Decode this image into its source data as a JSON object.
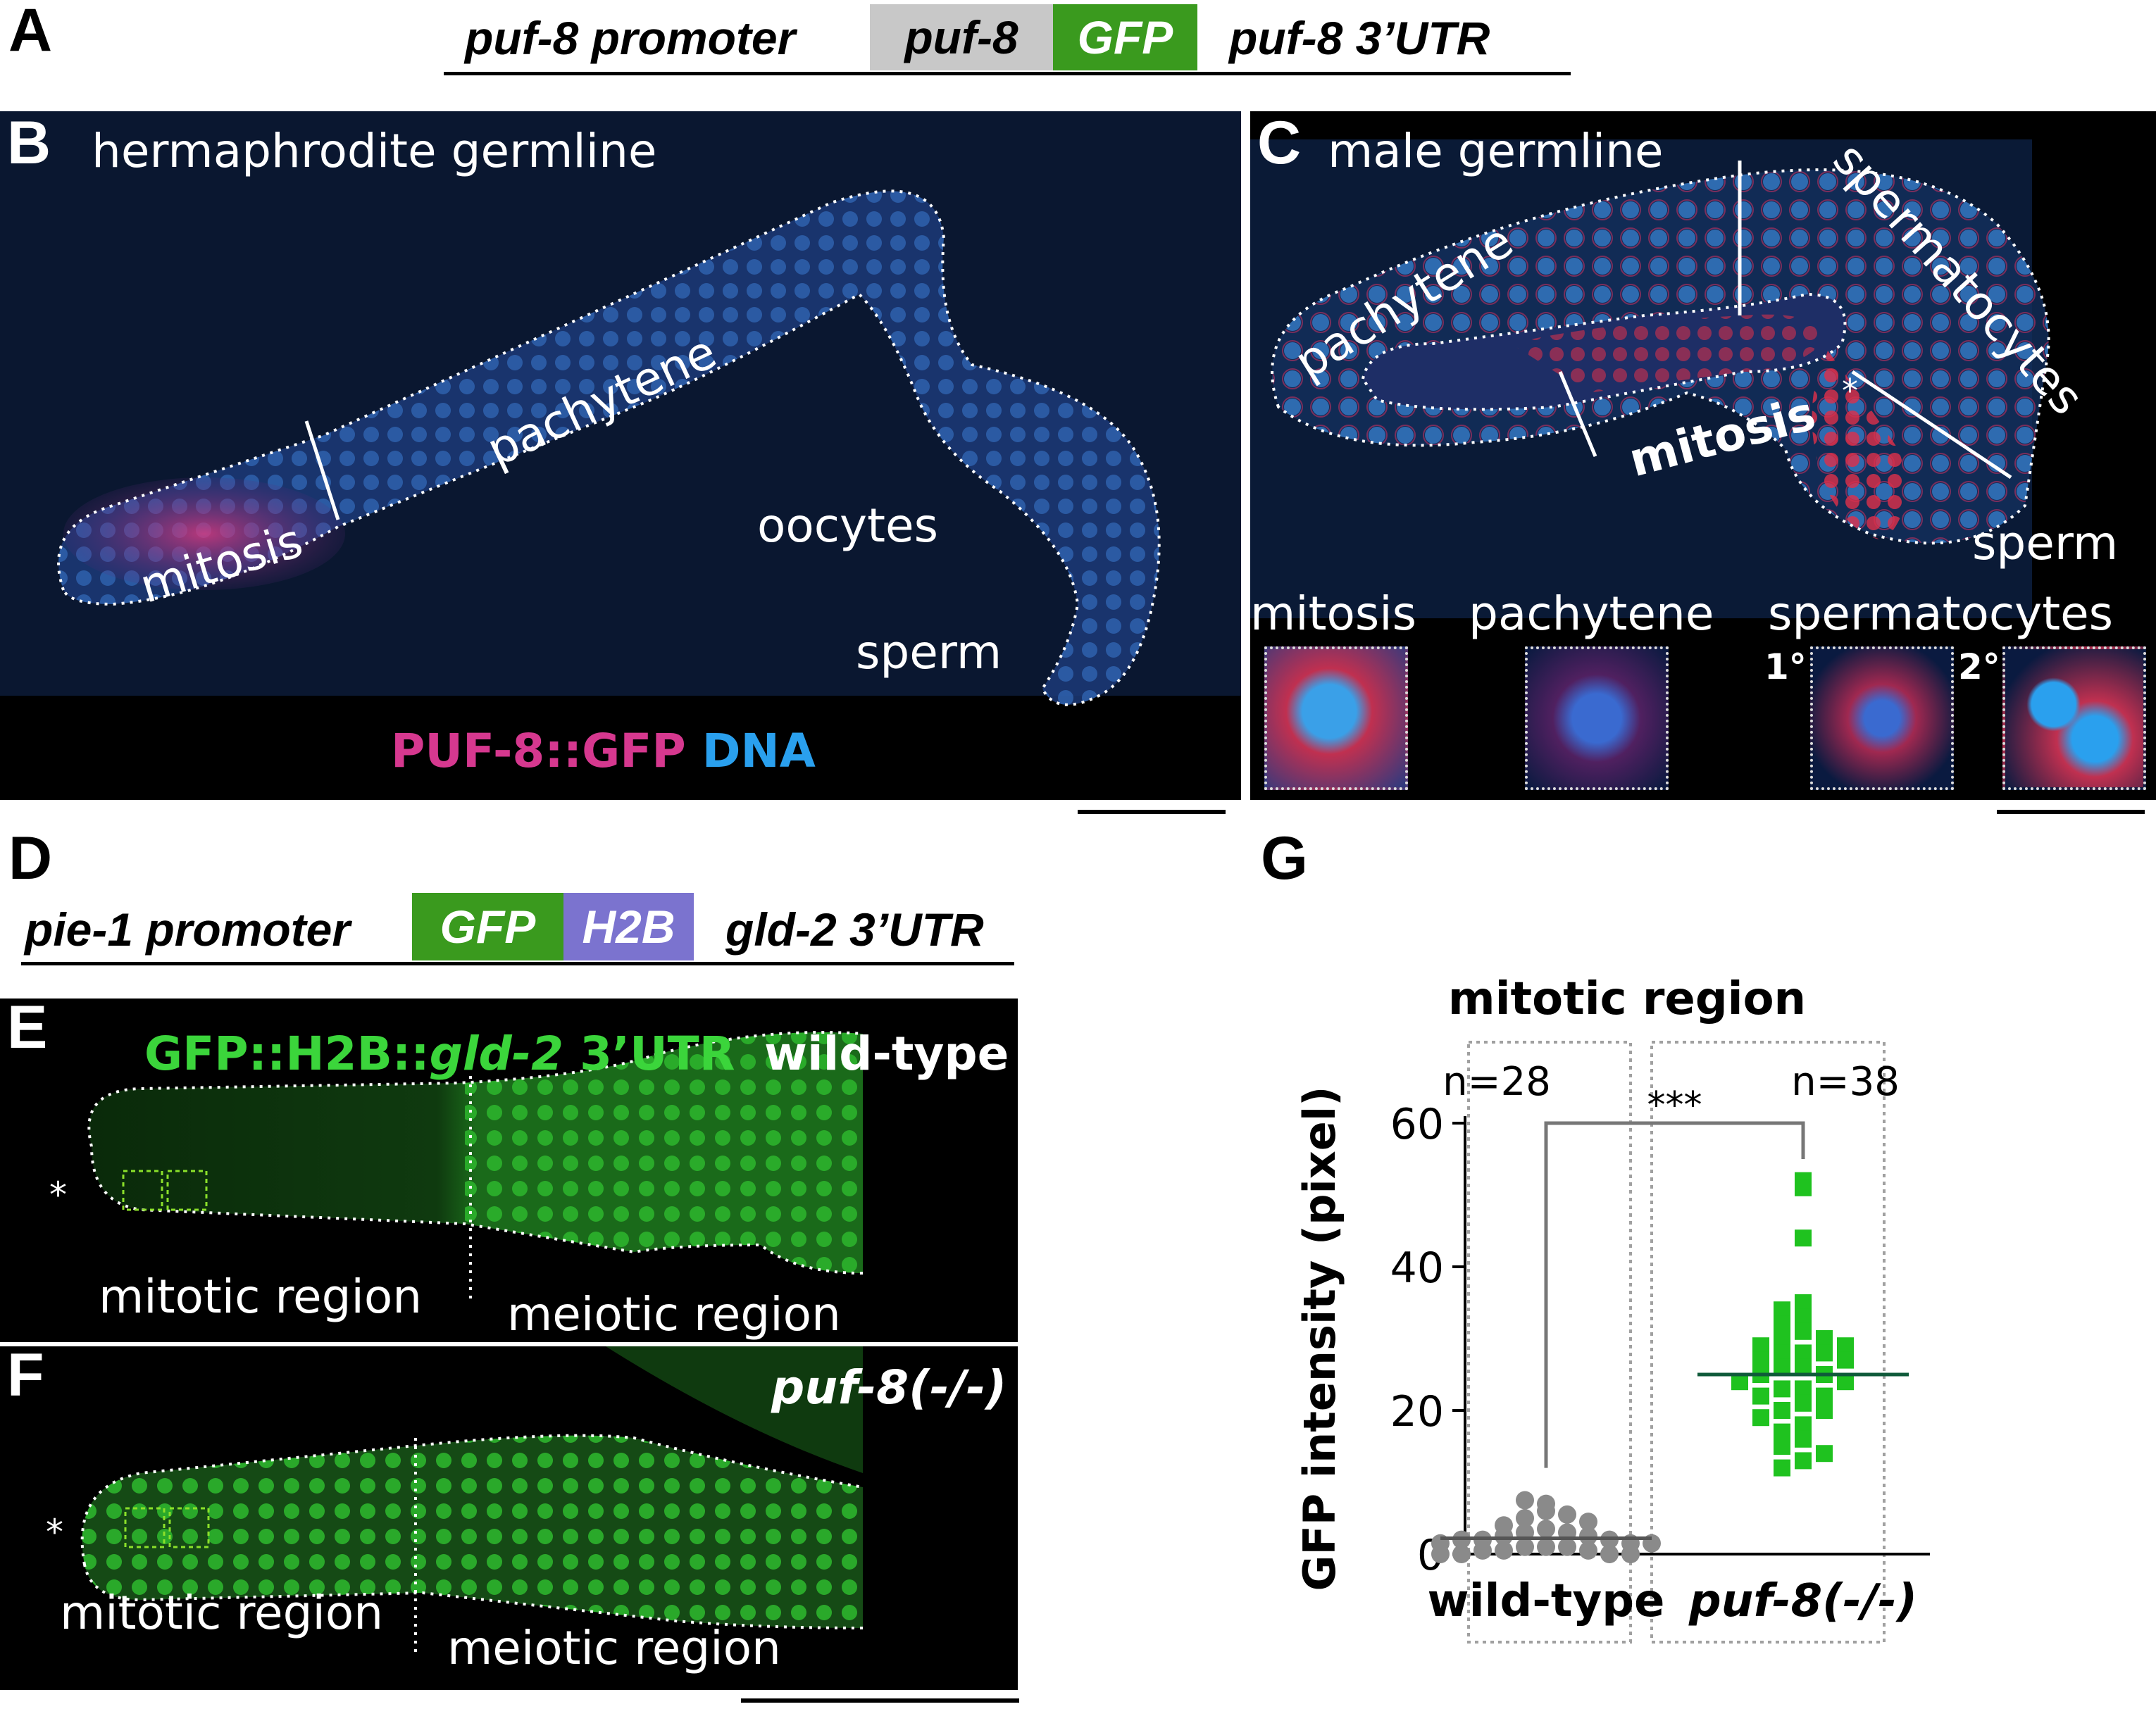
{
  "panelA": {
    "label": "A",
    "construct": [
      {
        "text": "puf-8 promoter",
        "kind": "plain"
      },
      {
        "text": "puf-8",
        "kind": "box",
        "bg": "#c8c8c8",
        "fg": "#000000"
      },
      {
        "text": "GFP",
        "kind": "box",
        "bg": "#3a9a1e",
        "fg": "#ffffff"
      },
      {
        "text": "puf-8 3’UTR",
        "kind": "plain"
      }
    ]
  },
  "panelB": {
    "label": "B",
    "title": "hermaphrodite germline",
    "regions": {
      "mitosis": "mitosis",
      "pachytene": "pachytene",
      "oocytes": "oocytes",
      "sperm": "sperm"
    },
    "legend_gfp": "PUF-8::GFP",
    "legend_dna": "DNA",
    "legend_gfp_color": "#d6388f",
    "legend_dna_color": "#2aa0ee"
  },
  "panelC": {
    "label": "C",
    "title": "male germline",
    "regions": {
      "pachytene": "pachytene",
      "spermatocytes": "spermatocytes",
      "mitosis": "mitosis",
      "sperm": "sperm",
      "asterisk": "*"
    },
    "insets": {
      "mitosis": "mitosis",
      "pachytene": "pachytene",
      "spermatocytes": "spermatocytes",
      "primary": "1°",
      "secondary": "2°"
    }
  },
  "panelD": {
    "label": "D",
    "construct": [
      {
        "text": "pie-1 promoter",
        "kind": "plain"
      },
      {
        "text": "GFP",
        "kind": "box",
        "bg": "#3a9a1e",
        "fg": "#ffffff"
      },
      {
        "text": "H2B",
        "kind": "box",
        "bg": "#7b73cf",
        "fg": "#ffffff"
      },
      {
        "text": "gld-2 3’UTR",
        "kind": "plain"
      }
    ]
  },
  "panelE": {
    "label": "E",
    "title_prefix": "GFP::H2B::",
    "title_gene": "gld-2",
    "title_suffix": " 3’UTR",
    "genotype": "wild-type",
    "mitotic": "mitotic region",
    "meiotic": "meiotic region",
    "asterisk": "*",
    "title_color": "#3bd53b"
  },
  "panelF": {
    "label": "F",
    "genotype": "puf-8(-/-)",
    "mitotic": "mitotic region",
    "meiotic": "meiotic region",
    "asterisk": "*"
  },
  "panelG": {
    "label": "G"
  },
  "chart_data": {
    "type": "scatter",
    "title": "mitotic region",
    "ylabel": "GFP intensity (pixel)",
    "xlabel": "",
    "ylim": [
      0,
      60
    ],
    "yticks": [
      0,
      20,
      40,
      60
    ],
    "categories": [
      "wild-type",
      "puf-8(-/-)"
    ],
    "significance": "***",
    "series": [
      {
        "name": "wild-type",
        "n_label": "n=28",
        "color": "#8a8a8a",
        "marker": "circle",
        "mean": 2.2,
        "values": [
          7,
          7.5,
          6,
          5,
          5.5,
          4,
          4.5,
          3.5,
          3,
          3,
          2.5,
          2.5,
          2,
          2,
          2,
          1.5,
          1.5,
          1.5,
          1,
          1,
          1,
          0.5,
          0.5,
          0.5,
          0,
          0,
          0,
          0
        ]
      },
      {
        "name": "puf-8(-/-)",
        "n_label": "n=38",
        "color": "#1fc21f",
        "marker": "square",
        "mean": 25,
        "values": [
          52,
          51,
          44,
          35,
          34,
          33,
          32,
          31,
          30,
          30,
          29,
          29,
          28,
          28,
          28,
          27,
          27,
          26,
          26,
          25,
          25,
          24,
          24,
          23,
          23,
          22,
          22,
          21,
          20,
          20,
          19,
          18,
          17,
          16,
          15,
          14,
          13,
          12
        ]
      }
    ]
  }
}
